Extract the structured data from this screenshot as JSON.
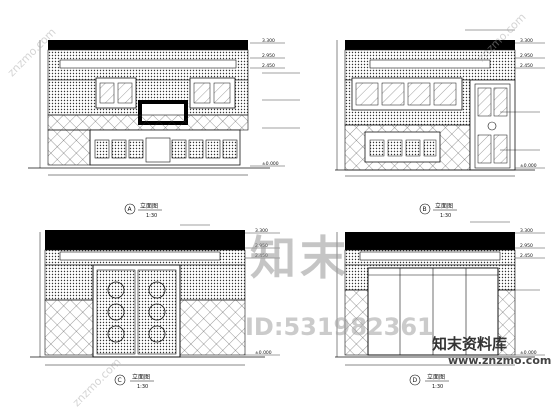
{
  "colors": {
    "line": "#111111",
    "hatch": "#555555",
    "bg": "#ffffff"
  },
  "panels": [
    {
      "id": "A",
      "title": "立面图",
      "scale": "1:30"
    },
    {
      "id": "B",
      "title": "立面图",
      "scale": "1:30"
    },
    {
      "id": "C",
      "title": "立面图",
      "scale": "1:30"
    },
    {
      "id": "D",
      "title": "立面图",
      "scale": "1:30"
    }
  ],
  "level_marks": [
    "3.300",
    "2.950",
    "2.450",
    "±0.000"
  ],
  "watermark": {
    "big": "知末",
    "id_text": "ID:531982361",
    "site_cn": "知末资料库",
    "site_url": "www.znzmo.com",
    "diagonal": "znzmo.com"
  }
}
